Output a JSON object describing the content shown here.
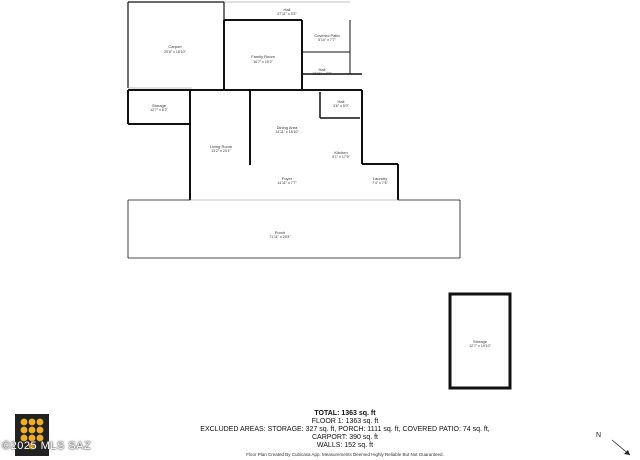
{
  "rooms": {
    "hall_top": {
      "name": "Hall",
      "dim": "27'11\" x 3'3\""
    },
    "carport": {
      "name": "Carport",
      "dim": "20'8\" x 18'10\""
    },
    "family_room": {
      "name": "Family Room",
      "dim": "16'7\" x 15'2\""
    },
    "covered_patio": {
      "name": "Covered Patio",
      "dim": "5'10\" x 7'7\""
    },
    "hall_mid": {
      "name": "Hall",
      "dim": "12'11\" x 7'7\""
    },
    "storage_left": {
      "name": "Storage",
      "dim": "12'7\" x 6'2\""
    },
    "hall_small": {
      "name": "Hall",
      "dim": "3'6\" x 5'0\""
    },
    "dining_area": {
      "name": "Dining Area",
      "dim": "14'11\" x 15'10\""
    },
    "living_room": {
      "name": "Living Room",
      "dim": "13'2\" x 23'1\""
    },
    "kitchen": {
      "name": "Kitchen",
      "dim": "9'1\" x 17'9\""
    },
    "foyer": {
      "name": "Foyer",
      "dim": "14'11\" x 7'7\""
    },
    "laundry": {
      "name": "Laundry",
      "dim": "7'4\" x 7'6\""
    },
    "porch": {
      "name": "Porch",
      "dim": "71'11\" x 29'4\""
    },
    "storage_detached": {
      "name": "Storage",
      "dim": "12'7\" x 19'10\""
    }
  },
  "totals": {
    "total": "TOTAL: 1363 sq. ft",
    "floor": "FLOOR 1: 1363 sq. ft",
    "excluded": "EXCLUDED AREAS: STORAGE: 327 sq. ft, PORCH: 1111 sq. ft, COVERED PATIO: 74 sq. ft,",
    "carport": "CARPORT: 390 sq. ft",
    "walls": "WALLS: 152 sq. ft"
  },
  "footer": "Floor Plan Created By Cubicasa App. Measurements Deemed Highly Reliable But Not Guaranteed.",
  "watermark": "©2025 MLS SAZ",
  "compass": "N",
  "colors": {
    "wall": "#111111",
    "logo_bg": "#222222",
    "logo_accent": "#f2b01e"
  }
}
